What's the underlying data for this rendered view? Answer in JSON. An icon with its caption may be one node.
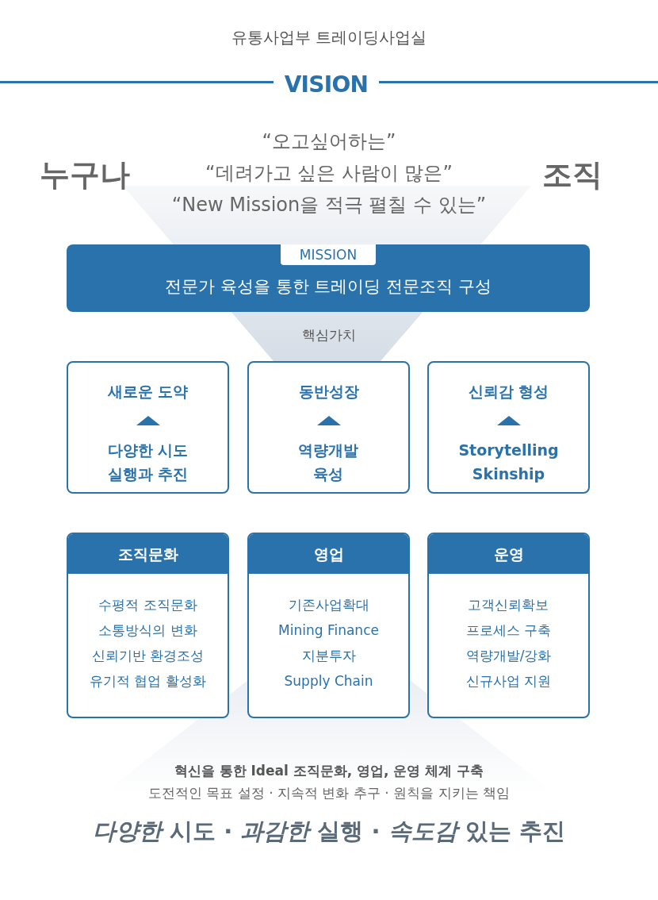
{
  "diagram": {
    "title": "유통사업부 트레이딩사업실",
    "nodes": [
      {
        "text": [
          "MISSION",
          "전문가 육성을 통한 트레이딩 전문조직 구성"
        ]
      },
      {
        "text": [
          "새로운 도약",
          "다양한 시도 실행과 추진"
        ]
      },
      {
        "text": [
          "동반성장",
          "역량개발 육성"
        ]
      },
      {
        "text": [
          "신뢰감 형성",
          "Storytelling Skinship"
        ]
      },
      {
        "text": [
          "조직문화",
          "수평적 조직문화",
          "소통방식의 변화",
          "신뢰기반 환경조성",
          "유기적 협업 활성화"
        ]
      },
      {
        "text": [
          "영업",
          "기존사업확대",
          "Mining Finance",
          "지분투자",
          "Supply Chain"
        ]
      },
      {
        "text": [
          "운영",
          "고객신뢰확보",
          "프로세스 구축",
          "역량개발/강화",
          "신규사업 지원"
        ]
      }
    ],
    "labels": [
      "VISION",
      "누구나",
      "“오고싶어하는”",
      "“데려가고 싶은 사람이 많은”",
      "“New Mission을 적극 펼칠 수 있는”",
      "조직",
      "핵심가치",
      "혁신을 통한 Ideal 조직문화, 영업, 운영 체계 구축",
      "도전적인 목표 설정 · 지속적 변화 추구 · 원칙을 지키는 책임",
      "*다양한* 시도 · *과감한* 실행 · *속도감* 있는 추진"
    ]
  }
}
